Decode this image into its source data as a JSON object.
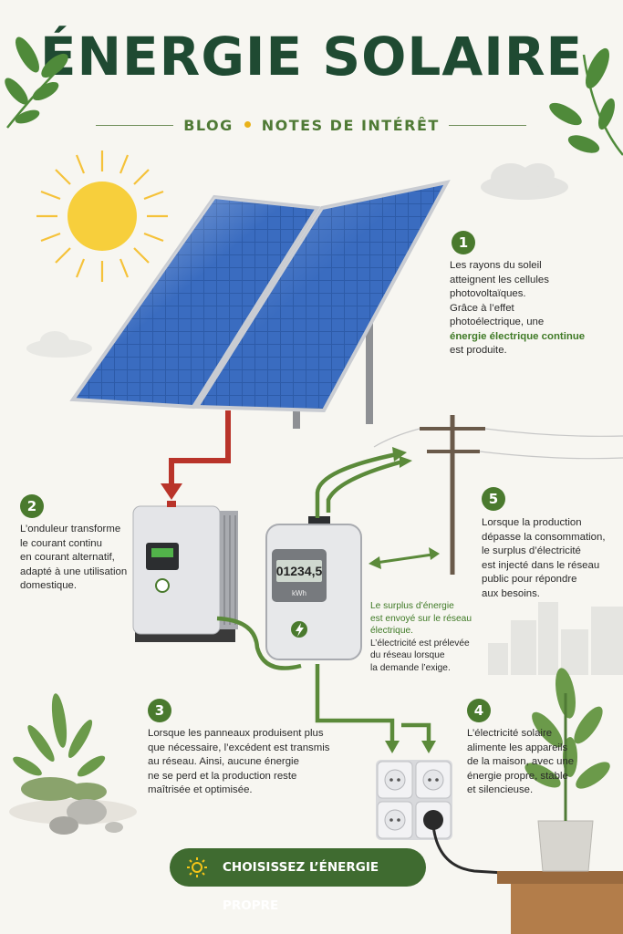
{
  "header": {
    "title": "ÉNERGIE SOLAIRE",
    "subtitle_left": "BLOG",
    "subtitle_right": "NOTES DE INTÉRÊT"
  },
  "steps": [
    {
      "number": "1",
      "lines": [
        "Les rayons du soleil",
        "atteignent les cellules",
        "photovoltaïques.",
        "Grâce à l’effet",
        "photoélectrique, une"
      ],
      "highlight": "énergie électrique continue",
      "end": "est produite."
    },
    {
      "number": "2",
      "lines": [
        "L’onduleur transforme",
        "le courant continu",
        "en courant alternatif,",
        "adapté à une utilisation",
        "domestique."
      ]
    },
    {
      "number": "3",
      "lines": [
        "Lorsque les panneaux produisent plus",
        "que nécessaire, l’excédent est transmis",
        "au réseau. Ainsi, aucune énergie",
        "ne se perd et la production reste",
        "maîtrisée et optimisée."
      ]
    },
    {
      "number": "4",
      "lines": [
        "L’électricité solaire",
        "alimente les appareils",
        "de la maison, avec une",
        "énergie propre, stable",
        "et silencieuse."
      ]
    },
    {
      "number": "5",
      "lines": [
        "Lorsque la production",
        "dépasse la consommation,",
        "le surplus d’électricité",
        "est injecté dans le réseau",
        "public pour répondre",
        "aux besoins."
      ]
    }
  ],
  "meter": {
    "reading": "01234,5",
    "unit": "kWh"
  },
  "surplus_note": {
    "green_lines": [
      "Le surplus d’énergie",
      "est envoyé sur le réseau",
      "électrique."
    ],
    "lines": [
      "L’électricité est prélevée",
      "du réseau lorsque",
      "la demande l’exige."
    ]
  },
  "cta": {
    "label": "CHOISISSEZ L’ÉNERGIE PROPRE"
  },
  "colors": {
    "primary": "#1f4a32",
    "accent": "#4a7a2e",
    "sun": "#f5c518",
    "panel": "#2f5fae",
    "dc_cable": "#b9342a",
    "ac_cable": "#5b8a3a"
  }
}
